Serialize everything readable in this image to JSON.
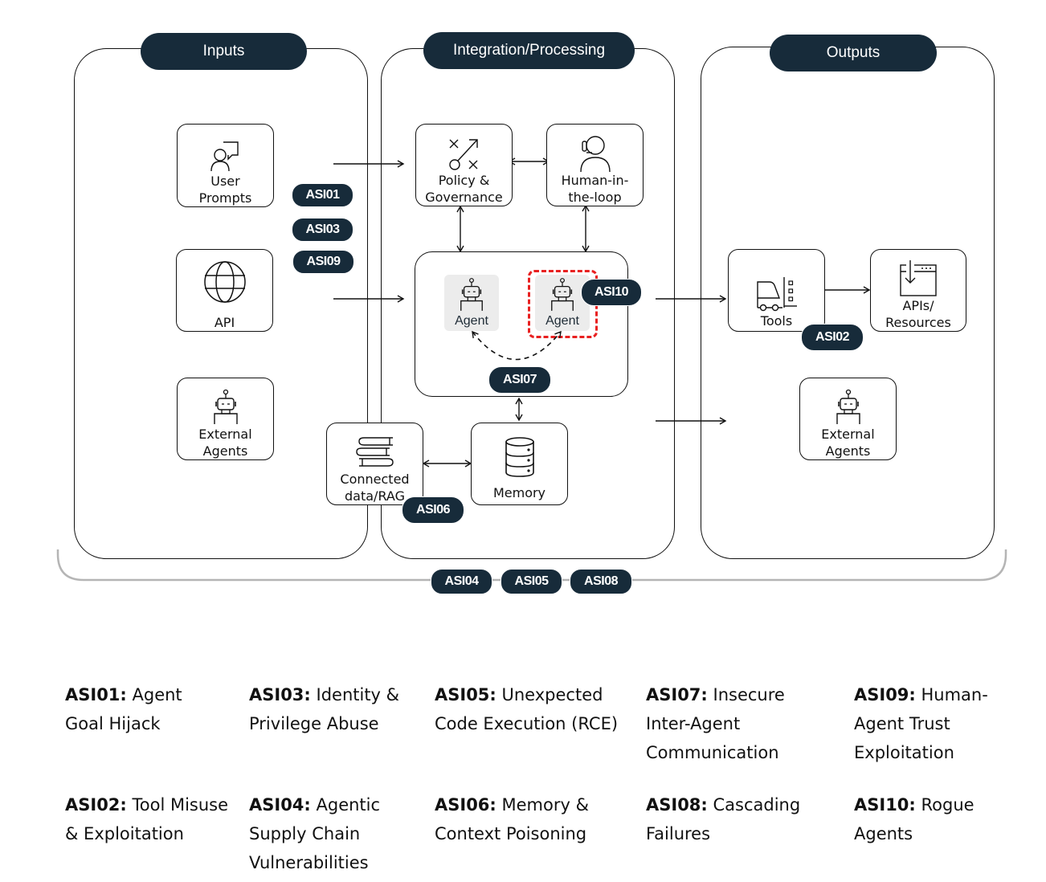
{
  "panels": {
    "inputs": "Inputs",
    "processing": "Integration/Processing",
    "outputs": "Outputs"
  },
  "nodes": {
    "user_prompts": "User\nPrompts",
    "api": "API",
    "external_agents_in": "External\nAgents",
    "policy": "Policy &\nGovernance",
    "human": "Human-in-\nthe-loop",
    "agent_1": "Agent",
    "agent_2": "Agent",
    "connected_data": "Connected\ndata/RAG",
    "memory": "Memory",
    "tools": "Tools",
    "apis_resources": "APIs/\nResources",
    "external_agents_out": "External\nAgents"
  },
  "badges": {
    "asi01": "ASI01",
    "asi02": "ASI02",
    "asi03": "ASI03",
    "asi04": "ASI04",
    "asi05": "ASI05",
    "asi06": "ASI06",
    "asi07": "ASI07",
    "asi08": "ASI08",
    "asi09": "ASI09",
    "asi10": "ASI10"
  },
  "colors": {
    "badge_bg": "#172b3a",
    "rogue_highlight": "#e82020",
    "agent_tile_bg": "#ececec",
    "bracket": "#b5b5b5"
  },
  "legend": [
    {
      "code": "ASI01:",
      "text": "Agent Goal Hijack"
    },
    {
      "code": "ASI02:",
      "text": "Tool Misuse & Exploitation"
    },
    {
      "code": "ASI03:",
      "text": "Identity & Privilege Abuse"
    },
    {
      "code": "ASI04:",
      "text": "Agentic Supply Chain Vulnerabilities"
    },
    {
      "code": "ASI05:",
      "text": "Unexpected Code Execution (RCE)"
    },
    {
      "code": "ASI06:",
      "text": "Memory & Context Poisoning"
    },
    {
      "code": "ASI07:",
      "text": "Insecure Inter-Agent Communication"
    },
    {
      "code": "ASI08:",
      "text": "Cascading Failures"
    },
    {
      "code": "ASI09:",
      "text": "Human-Agent Trust Exploitation"
    },
    {
      "code": "ASI10:",
      "text": "Rogue Agents"
    }
  ]
}
